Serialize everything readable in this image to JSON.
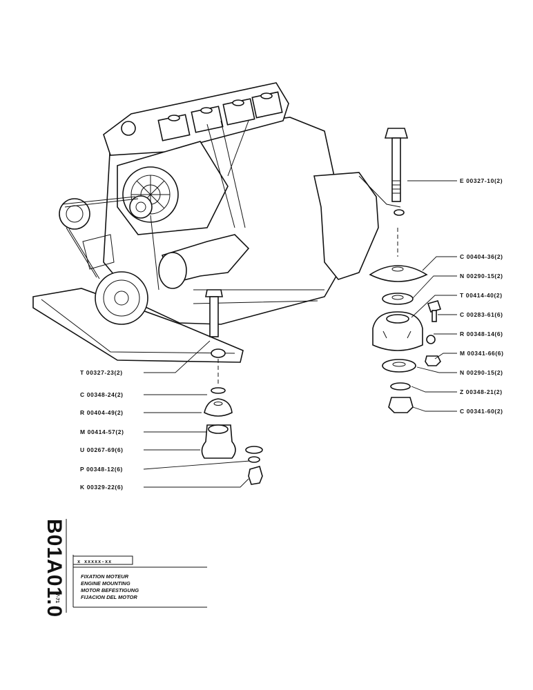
{
  "sheet": {
    "code": "B01A01.0",
    "date": "7-71",
    "ref": "x xxxxx-xx",
    "titles": [
      "FIXATION MOTEUR",
      "ENGINE MOUNTING",
      "MOTOR BEFESTIGUNG",
      "FIJACION DEL MOTOR"
    ]
  },
  "right_labels": [
    "E 00327-10(2)",
    "C 00404-36(2)",
    "N 00290-15(2)",
    "T 00414-40(2)",
    "C 00283-61(6)",
    "R 00348-14(6)",
    "M 00341-66(6)",
    "N 00290-15(2)",
    "Z 00348-21(2)",
    "C 00341-60(2)"
  ],
  "left_labels": [
    "T 00327-23(2)",
    "C 00348-24(2)",
    "R 00404-49(2)",
    "M 00414-57(2)",
    "U 00267-69(6)",
    "P 00348-12(6)",
    "K 00329-22(6)"
  ]
}
